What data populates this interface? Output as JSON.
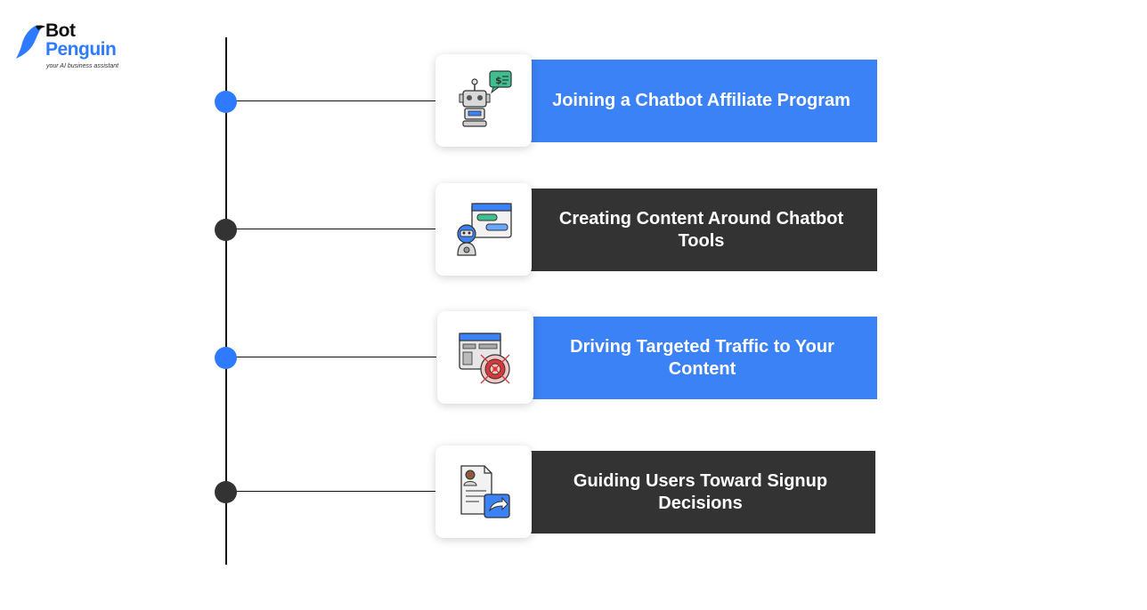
{
  "brand": {
    "name_line1": "Bot",
    "name_line2": "Penguin",
    "tagline": "your AI business assistant"
  },
  "colors": {
    "accent": "#3b82f6",
    "dark": "#333333",
    "dot_blue": "#2f7bff"
  },
  "steps": [
    {
      "label": "Joining a Chatbot Affiliate Program",
      "style": "blue",
      "icon": "robot-chat-icon"
    },
    {
      "label": "Creating Content Around Chatbot Tools",
      "style": "dark",
      "icon": "chat-window-bot-icon"
    },
    {
      "label": "Driving Targeted Traffic to Your Content",
      "style": "blue",
      "icon": "target-webpage-icon"
    },
    {
      "label": "Guiding Users Toward Signup Decisions",
      "style": "dark",
      "icon": "profile-document-share-icon"
    }
  ]
}
